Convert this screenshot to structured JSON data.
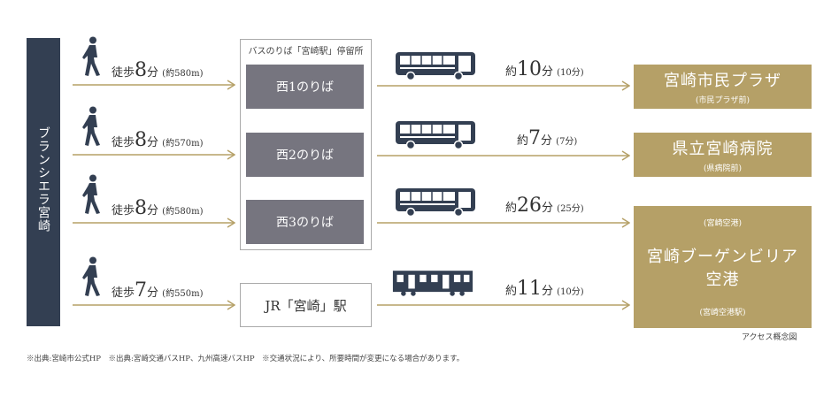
{
  "origin": {
    "label": "ブランシエラ宮崎"
  },
  "walks": [
    {
      "prefix": "徒歩",
      "minutes": "8",
      "unit": "分",
      "distance": "(約580m)"
    },
    {
      "prefix": "徒歩",
      "minutes": "8",
      "unit": "分",
      "distance": "(約570m)"
    },
    {
      "prefix": "徒歩",
      "minutes": "8",
      "unit": "分",
      "distance": "(約580m)"
    },
    {
      "prefix": "徒歩",
      "minutes": "7",
      "unit": "分",
      "distance": "(約550m)"
    }
  ],
  "bus_stop": {
    "title": "バスのりば「宮崎駅」停留所",
    "platforms": [
      "西1のりば",
      "西2のりば",
      "西3のりば"
    ]
  },
  "station": {
    "label": "JR「宮崎」駅"
  },
  "rides": [
    {
      "prefix": "約",
      "minutes": "10",
      "unit": "分",
      "note": "(10分)",
      "vehicle": "bus-icon"
    },
    {
      "prefix": "約",
      "minutes": "7",
      "unit": "分",
      "note": "(7分)",
      "vehicle": "bus-icon"
    },
    {
      "prefix": "約",
      "minutes": "26",
      "unit": "分",
      "note": "(25分)",
      "vehicle": "bus-icon"
    },
    {
      "prefix": "約",
      "minutes": "11",
      "unit": "分",
      "note": "(10分)",
      "vehicle": "train-icon"
    }
  ],
  "destinations": [
    {
      "name": "宮崎市民プラザ",
      "sub": "(市民プラザ前)"
    },
    {
      "name": "県立宮崎病院",
      "sub": "(県病院前)"
    },
    {
      "top": "(宮崎空港)",
      "name_line1": "宮崎ブーゲンビリア",
      "name_line2": "空港",
      "sub": "(宮崎空港駅)"
    }
  ],
  "caption": "アクセス概念図",
  "footnote": "※出典:宮崎市公式HP　※出典:宮崎交通バスHP、九州高速バスHP　※交通状況により、所要時間が変更になる場合があります。",
  "colors": {
    "navy": "#333f52",
    "gold": "#b5a067",
    "platform_gray": "#76757f"
  }
}
